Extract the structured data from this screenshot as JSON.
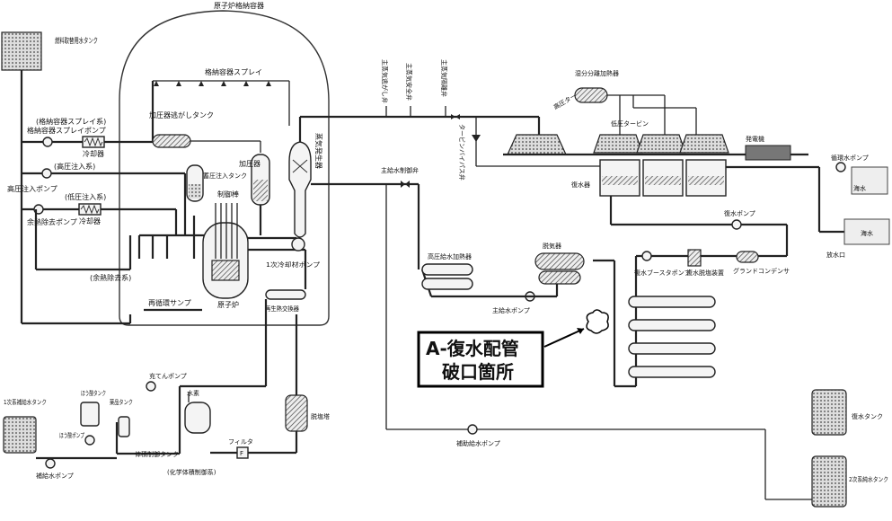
{
  "labels": {
    "containment": "原子炉格納容器",
    "spray_header": "格納容器スプレイ",
    "fuel_tank": "燃料取替用水タンク",
    "cs_system": "(格納容器スプレイ系)",
    "cs_pump": "格納容器スプレイポンプ",
    "cooler1": "冷却器",
    "hp_system": "(高圧注入系)",
    "hp_pump": "高圧注入ポンプ",
    "lp_system": "(低圧注入系)",
    "cooler2": "冷却器",
    "rhr_pump": "余熱除去ポンプ",
    "rhr_system": "(余熱除去系)",
    "pzr_relief_tank": "加圧器逃がしタンク",
    "pressurizer": "加圧器",
    "accumulator": "蓄圧注入タンク",
    "control_rod": "制御棒",
    "steam_generator": "蒸気発生器",
    "reactor": "原子炉",
    "rcp": "1次冷却材ポンプ",
    "sump": "再循環サンプ",
    "regen_hx": "再生熱交換器",
    "msrv": "主蒸気逃がし弁",
    "mssv": "主蒸気安全弁",
    "msiv": "主蒸気隔離弁",
    "turbine_bypass": "タービンバイパス弁",
    "moisture_sep": "湿分分離加熱器",
    "hp_turbine": "高圧タービン",
    "lp_turbine": "低圧タービン",
    "generator": "発電機",
    "condenser": "復水器",
    "main_fw_valve": "主給水制御弁",
    "cw_pump": "循環水ポンプ",
    "seawater": "海水",
    "outlet": "放水口",
    "outlet_water": "海水",
    "cond_pump": "復水ポンプ",
    "hp_fw_heater": "高圧給水加熱器",
    "deaerator": "脱気器",
    "booster_pump": "復水ブースタポンプ",
    "demin": "復水脱塩装置",
    "gland_cond": "グランドコンデンサ",
    "main_fw_pump": "主給水ポンプ",
    "charging_pump": "充てんポンプ",
    "boric_tank": "ほう酸タンク",
    "boric_pump": "ほう酸ポンプ",
    "primary_makeup_tank": "1次系補給水タンク",
    "makeup_pump": "補給水ポンプ",
    "chem_tank": "薬品タンク",
    "vct": "体積制御タンク",
    "cvcs": "(化学体積制御系)",
    "hydrogen": "水素",
    "filter": "フィルタ",
    "filter_mark": "F",
    "demineralizer": "脱塩塔",
    "aux_fw_pump": "補助給水ポンプ",
    "cond_tank": "復水タンク",
    "secondary_tank": "2次系純水タンク"
  },
  "break_box": {
    "line1": "A-復水配管",
    "line2": "破口箇所"
  }
}
